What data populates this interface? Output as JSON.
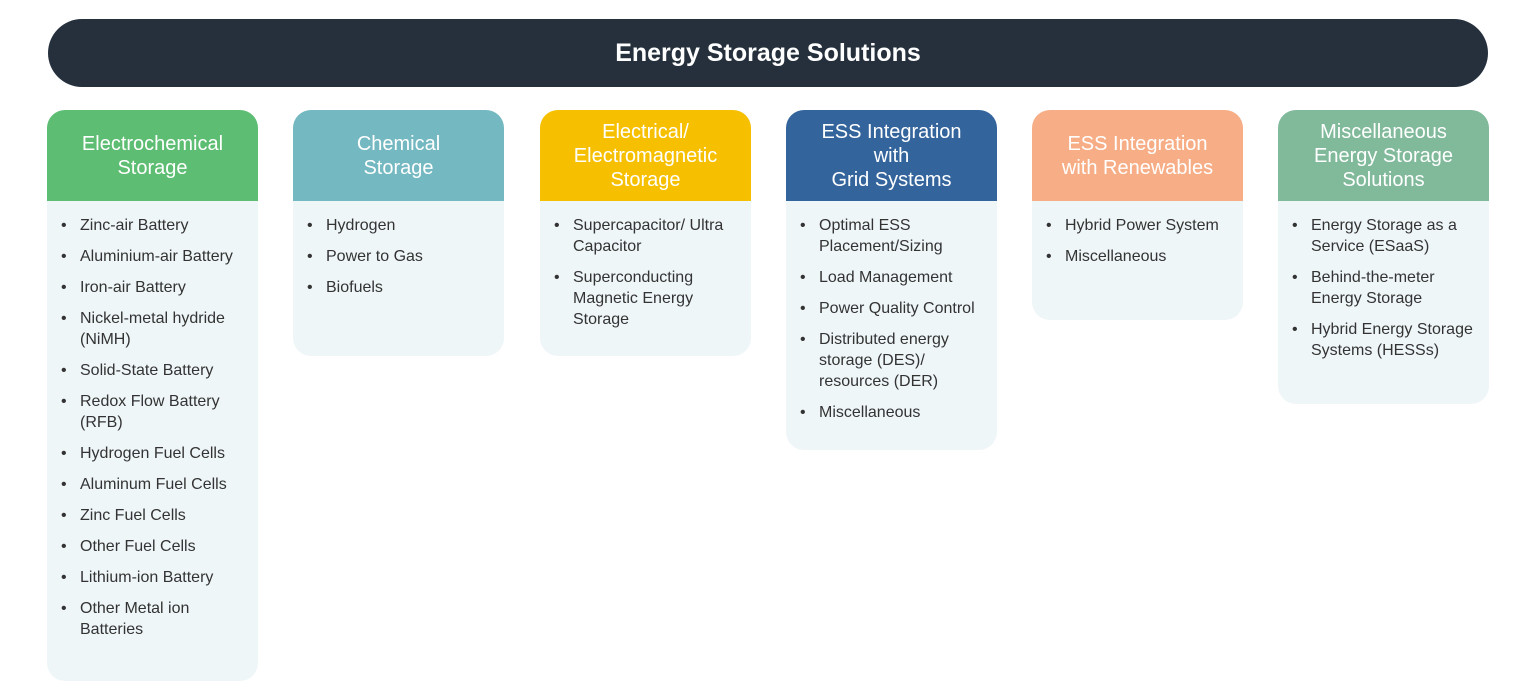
{
  "title": "Energy Storage Solutions",
  "colors": {
    "banner": "#25303c",
    "body": "#eff6f8"
  },
  "columns": [
    {
      "title": "Electrochemical\nStorage",
      "color": "#5dbd72",
      "items": [
        "Zinc-air Battery",
        "Aluminium-air Battery",
        "Iron-air Battery",
        "Nickel-metal hydride (NiMH)",
        "Solid-State Battery",
        "Redox Flow Battery (RFB)",
        "Hydrogen Fuel Cells",
        "Aluminum Fuel Cells",
        "Zinc Fuel Cells",
        "Other Fuel Cells",
        "Lithium-ion Battery",
        "Other Metal ion Batteries"
      ]
    },
    {
      "title": "Chemical\nStorage",
      "color": "#74b8c1",
      "items": [
        "Hydrogen",
        "Power to Gas",
        "Biofuels"
      ]
    },
    {
      "title": "Electrical/\nElectromagnetic\nStorage",
      "color": "#f6c000",
      "items": [
        "Supercapacitor/ Ultra Capacitor",
        "Superconducting Magnetic Energy Storage"
      ]
    },
    {
      "title": "ESS Integration\nwith\nGrid Systems",
      "color": "#33649c",
      "items": [
        "Optimal ESS Placement/Sizing",
        "Load Management",
        "Power Quality Control",
        "Distributed energy storage (DES)/ resources (DER)",
        "Miscellaneous"
      ]
    },
    {
      "title": "ESS Integration\nwith Renewables",
      "color": "#f7ae86",
      "items": [
        "Hybrid Power System",
        "Miscellaneous"
      ]
    },
    {
      "title": "Miscellaneous\nEnergy Storage\nSolutions",
      "color": "#81b99b",
      "items": [
        "Energy Storage as a Service (ESaaS)",
        "Behind-the-meter Energy Storage",
        "Hybrid Energy Storage Systems (HESSs)"
      ]
    }
  ]
}
